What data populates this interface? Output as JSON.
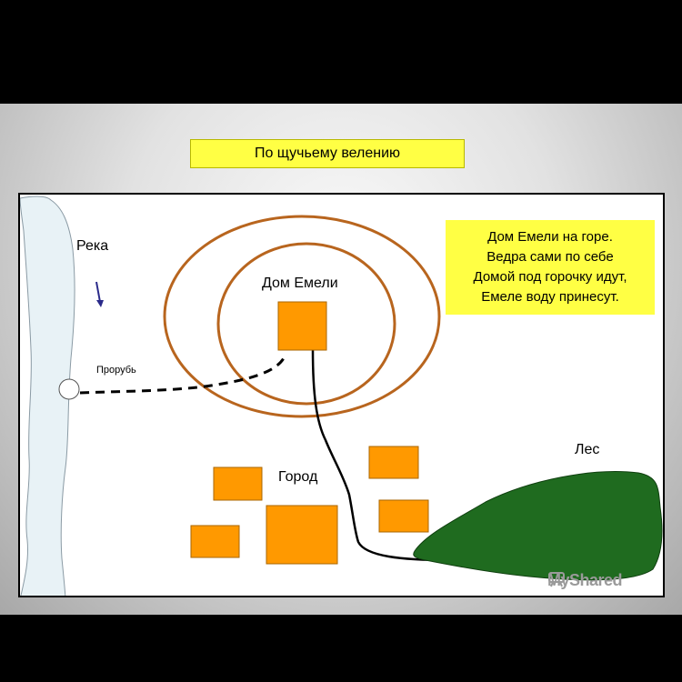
{
  "title": "По щучьему велению",
  "labels": {
    "river": "Река",
    "ice_hole": "Прорубь",
    "emelya_house": "Дом Емели",
    "town": "Город",
    "forest": "Лес"
  },
  "note_lines": [
    "Дом Емели на горе.",
    "Ведра сами по себе",
    "Домой под горочку идут,",
    "Емеле воду принесут."
  ],
  "watermark": "MyShared",
  "colors": {
    "house": "#ff9900",
    "rings": "#b8651e",
    "forest": "#1f6b1f",
    "river": "#e8f2f6",
    "note": "#ffff44",
    "arrow": "#2a2a8a"
  }
}
